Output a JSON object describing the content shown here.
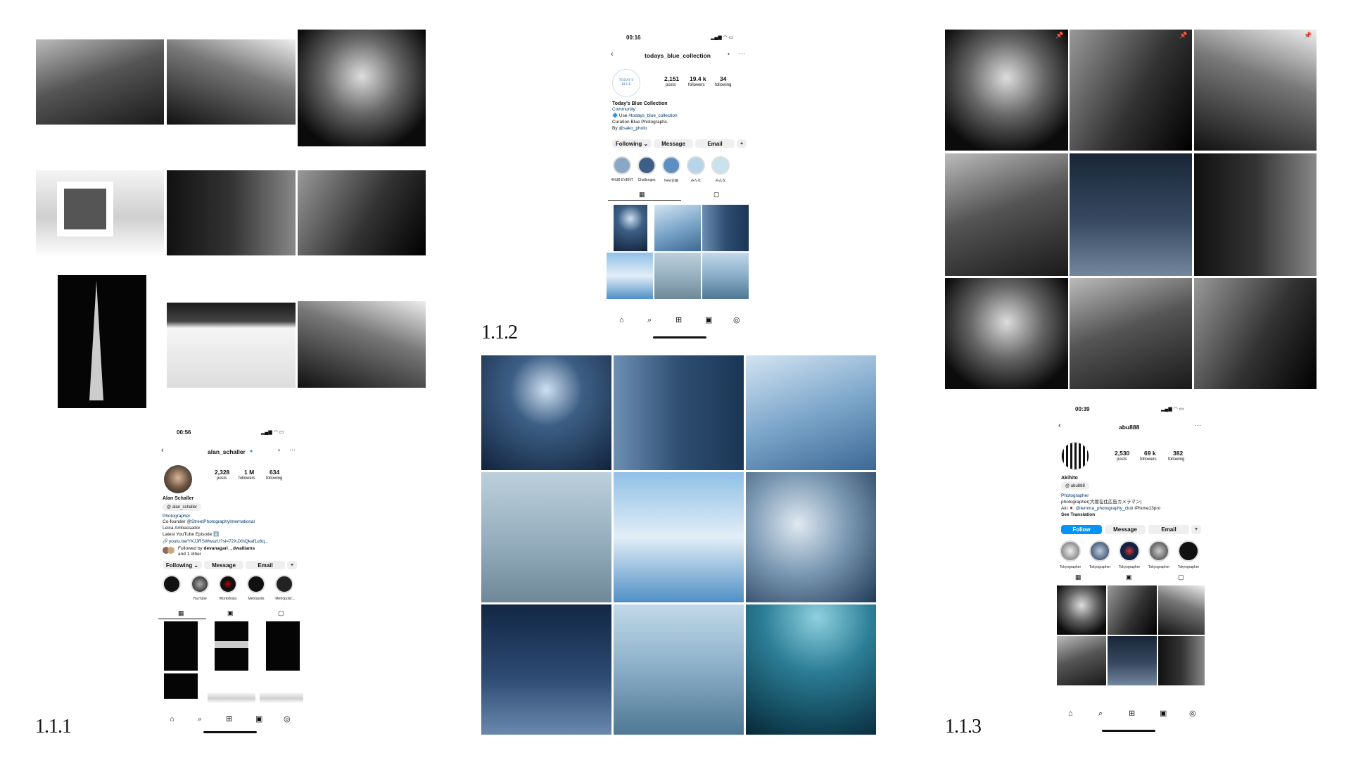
{
  "sections": [
    {
      "label": "1.1.1"
    },
    {
      "label": "1.1.2"
    },
    {
      "label": "1.1.3"
    }
  ],
  "phone_alan": {
    "time": "00:56",
    "username": "alan_schaller",
    "stats": [
      {
        "value": "2,328",
        "label": "posts"
      },
      {
        "value": "1 M",
        "label": "followers"
      },
      {
        "value": "634",
        "label": "following"
      }
    ],
    "name": "Alan Schaller",
    "threads_handle": "alan_schaller",
    "category": "Photographer",
    "bio_prefix": "Co-founder ",
    "bio_mention": "@StreetPhotographyInternational",
    "bio_line2": "Leica Ambassador",
    "bio_line3": "Latest YouTube Episode ⬇️",
    "link": "youtu.be/YKJJRSWwszU?si=72XJXhQkaf1u6q...",
    "followed_prefix": "Followed by ",
    "followed_names": "devanagari_, dwalliams",
    "followed_suffix": "and 1 other",
    "buttons": [
      "Following ⌄",
      "Message",
      "Email"
    ],
    "highlights": [
      "",
      "YouTube",
      "Workshops",
      "Metropolis",
      "'Metropolis'..."
    ]
  },
  "phone_blue": {
    "time": "00:16",
    "username": "todays_blue_collection",
    "avatar_text": "TODAY'S BLUE",
    "stats": [
      {
        "value": "2,151",
        "label": "posts"
      },
      {
        "value": "19.4 k",
        "label": "followers"
      },
      {
        "value": "34",
        "label": "following"
      }
    ],
    "name": "Today's Blue Collection",
    "category": "Community",
    "bio_prefix": "🔷 Use ",
    "bio_tag": "#todays_blue_collection",
    "bio_line2": "Curation Blue Photographs.",
    "bio_line3_prefix": "By ",
    "bio_mention": "@sako_photo",
    "buttons": [
      "Following ⌄",
      "Message",
      "Email"
    ],
    "highlights": [
      "4HUB EVENT",
      "Challenges",
      "New企画",
      "みんな",
      "みんな"
    ]
  },
  "phone_abu": {
    "time": "00:39",
    "username": "abu888",
    "stats": [
      {
        "value": "2,530",
        "label": "posts"
      },
      {
        "value": "69 k",
        "label": "followers"
      },
      {
        "value": "382",
        "label": "following"
      }
    ],
    "name": "Akihito",
    "threads_handle": "abu888",
    "category": "Photographer",
    "bio_line1": "photographer(大阪在住広告カメラマン)",
    "bio_prefix": "Aki 🇯🇵 ",
    "bio_mention": "@temma_photography_club",
    "bio_suffix": " iPhone13pro",
    "see_translation": "See Translation",
    "buttons": [
      "Follow",
      "Message",
      "Email"
    ],
    "highlights": [
      "Tokyographer",
      "Tokyographer",
      "Tokyographer",
      "Tokyographer",
      "Tokyographer"
    ]
  },
  "icons": {
    "back": "chevron-left-icon",
    "bell": "bell-icon",
    "more": "more-icon",
    "home": "home-icon",
    "search": "search-icon",
    "add": "add-icon",
    "reels": "reels-icon",
    "profile": "profile-icon",
    "grid": "grid-icon",
    "tagged": "tagged-icon",
    "add_person": "add-person-icon"
  },
  "colors": {
    "accent": "#0095f6",
    "link": "#00376b",
    "blue_theme": "#2e4e72"
  }
}
